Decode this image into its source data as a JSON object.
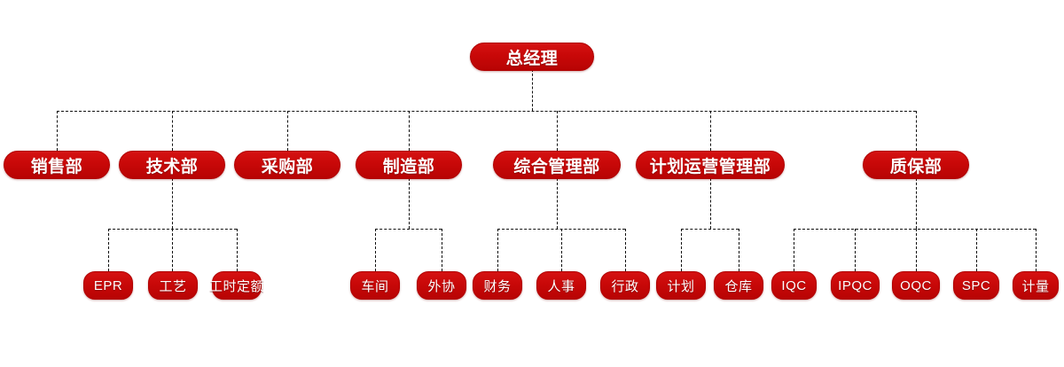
{
  "chart_data": {
    "type": "diagram",
    "subtype": "organization-chart",
    "title": "",
    "orientation": "top-down",
    "connector_style": "dashed",
    "node_shape": "rounded-rectangle",
    "colors": {
      "node_fill": "#c80808",
      "node_fill_light": "#d51212",
      "node_border": "#b00000",
      "node_text": "#ffffff",
      "connector": "#111111",
      "background": "#ffffff"
    },
    "levels": 3,
    "node_count": 25,
    "nodes": [
      {
        "id": "gm",
        "label": "总经理",
        "level": 0,
        "parent": null
      },
      {
        "id": "sales",
        "label": "销售部",
        "level": 1,
        "parent": "gm"
      },
      {
        "id": "tech",
        "label": "技术部",
        "level": 1,
        "parent": "gm"
      },
      {
        "id": "purch",
        "label": "采购部",
        "level": 1,
        "parent": "gm"
      },
      {
        "id": "manu",
        "label": "制造部",
        "level": 1,
        "parent": "gm"
      },
      {
        "id": "admin",
        "label": "综合管理部",
        "level": 1,
        "parent": "gm"
      },
      {
        "id": "plan",
        "label": "计划运营管理部",
        "level": 1,
        "parent": "gm"
      },
      {
        "id": "qa",
        "label": "质保部",
        "level": 1,
        "parent": "gm"
      },
      {
        "id": "epr",
        "label": "EPR",
        "level": 2,
        "parent": "tech"
      },
      {
        "id": "craft",
        "label": "工艺",
        "level": 2,
        "parent": "tech"
      },
      {
        "id": "quota",
        "label": "工时定额",
        "level": 2,
        "parent": "tech"
      },
      {
        "id": "shop",
        "label": "车间",
        "level": 2,
        "parent": "manu"
      },
      {
        "id": "outsrc",
        "label": "外协",
        "level": 2,
        "parent": "manu"
      },
      {
        "id": "fin",
        "label": "财务",
        "level": 2,
        "parent": "admin"
      },
      {
        "id": "hr",
        "label": "人事",
        "level": 2,
        "parent": "admin"
      },
      {
        "id": "adm",
        "label": "行政",
        "level": 2,
        "parent": "admin"
      },
      {
        "id": "plng",
        "label": "计划",
        "level": 2,
        "parent": "plan"
      },
      {
        "id": "wh",
        "label": "仓库",
        "level": 2,
        "parent": "plan"
      },
      {
        "id": "iqc",
        "label": "IQC",
        "level": 2,
        "parent": "qa"
      },
      {
        "id": "ipqc",
        "label": "IPQC",
        "level": 2,
        "parent": "qa"
      },
      {
        "id": "oqc",
        "label": "OQC",
        "level": 2,
        "parent": "qa"
      },
      {
        "id": "spc",
        "label": "SPC",
        "level": 2,
        "parent": "qa"
      },
      {
        "id": "metro",
        "label": "计量",
        "level": 2,
        "parent": "qa"
      }
    ]
  },
  "root": {
    "label": "总经理"
  },
  "departments": [
    {
      "label": "销售部"
    },
    {
      "label": "技术部"
    },
    {
      "label": "采购部"
    },
    {
      "label": "制造部"
    },
    {
      "label": "综合管理部"
    },
    {
      "label": "计划运营管理部"
    },
    {
      "label": "质保部"
    }
  ],
  "units": [
    {
      "label": "EPR"
    },
    {
      "label": "工艺"
    },
    {
      "label": "工时定额"
    },
    {
      "label": "车间"
    },
    {
      "label": "外协"
    },
    {
      "label": "财务"
    },
    {
      "label": "人事"
    },
    {
      "label": "行政"
    },
    {
      "label": "计划"
    },
    {
      "label": "仓库"
    },
    {
      "label": "IQC"
    },
    {
      "label": "IPQC"
    },
    {
      "label": "OQC"
    },
    {
      "label": "SPC"
    },
    {
      "label": "计量"
    }
  ]
}
